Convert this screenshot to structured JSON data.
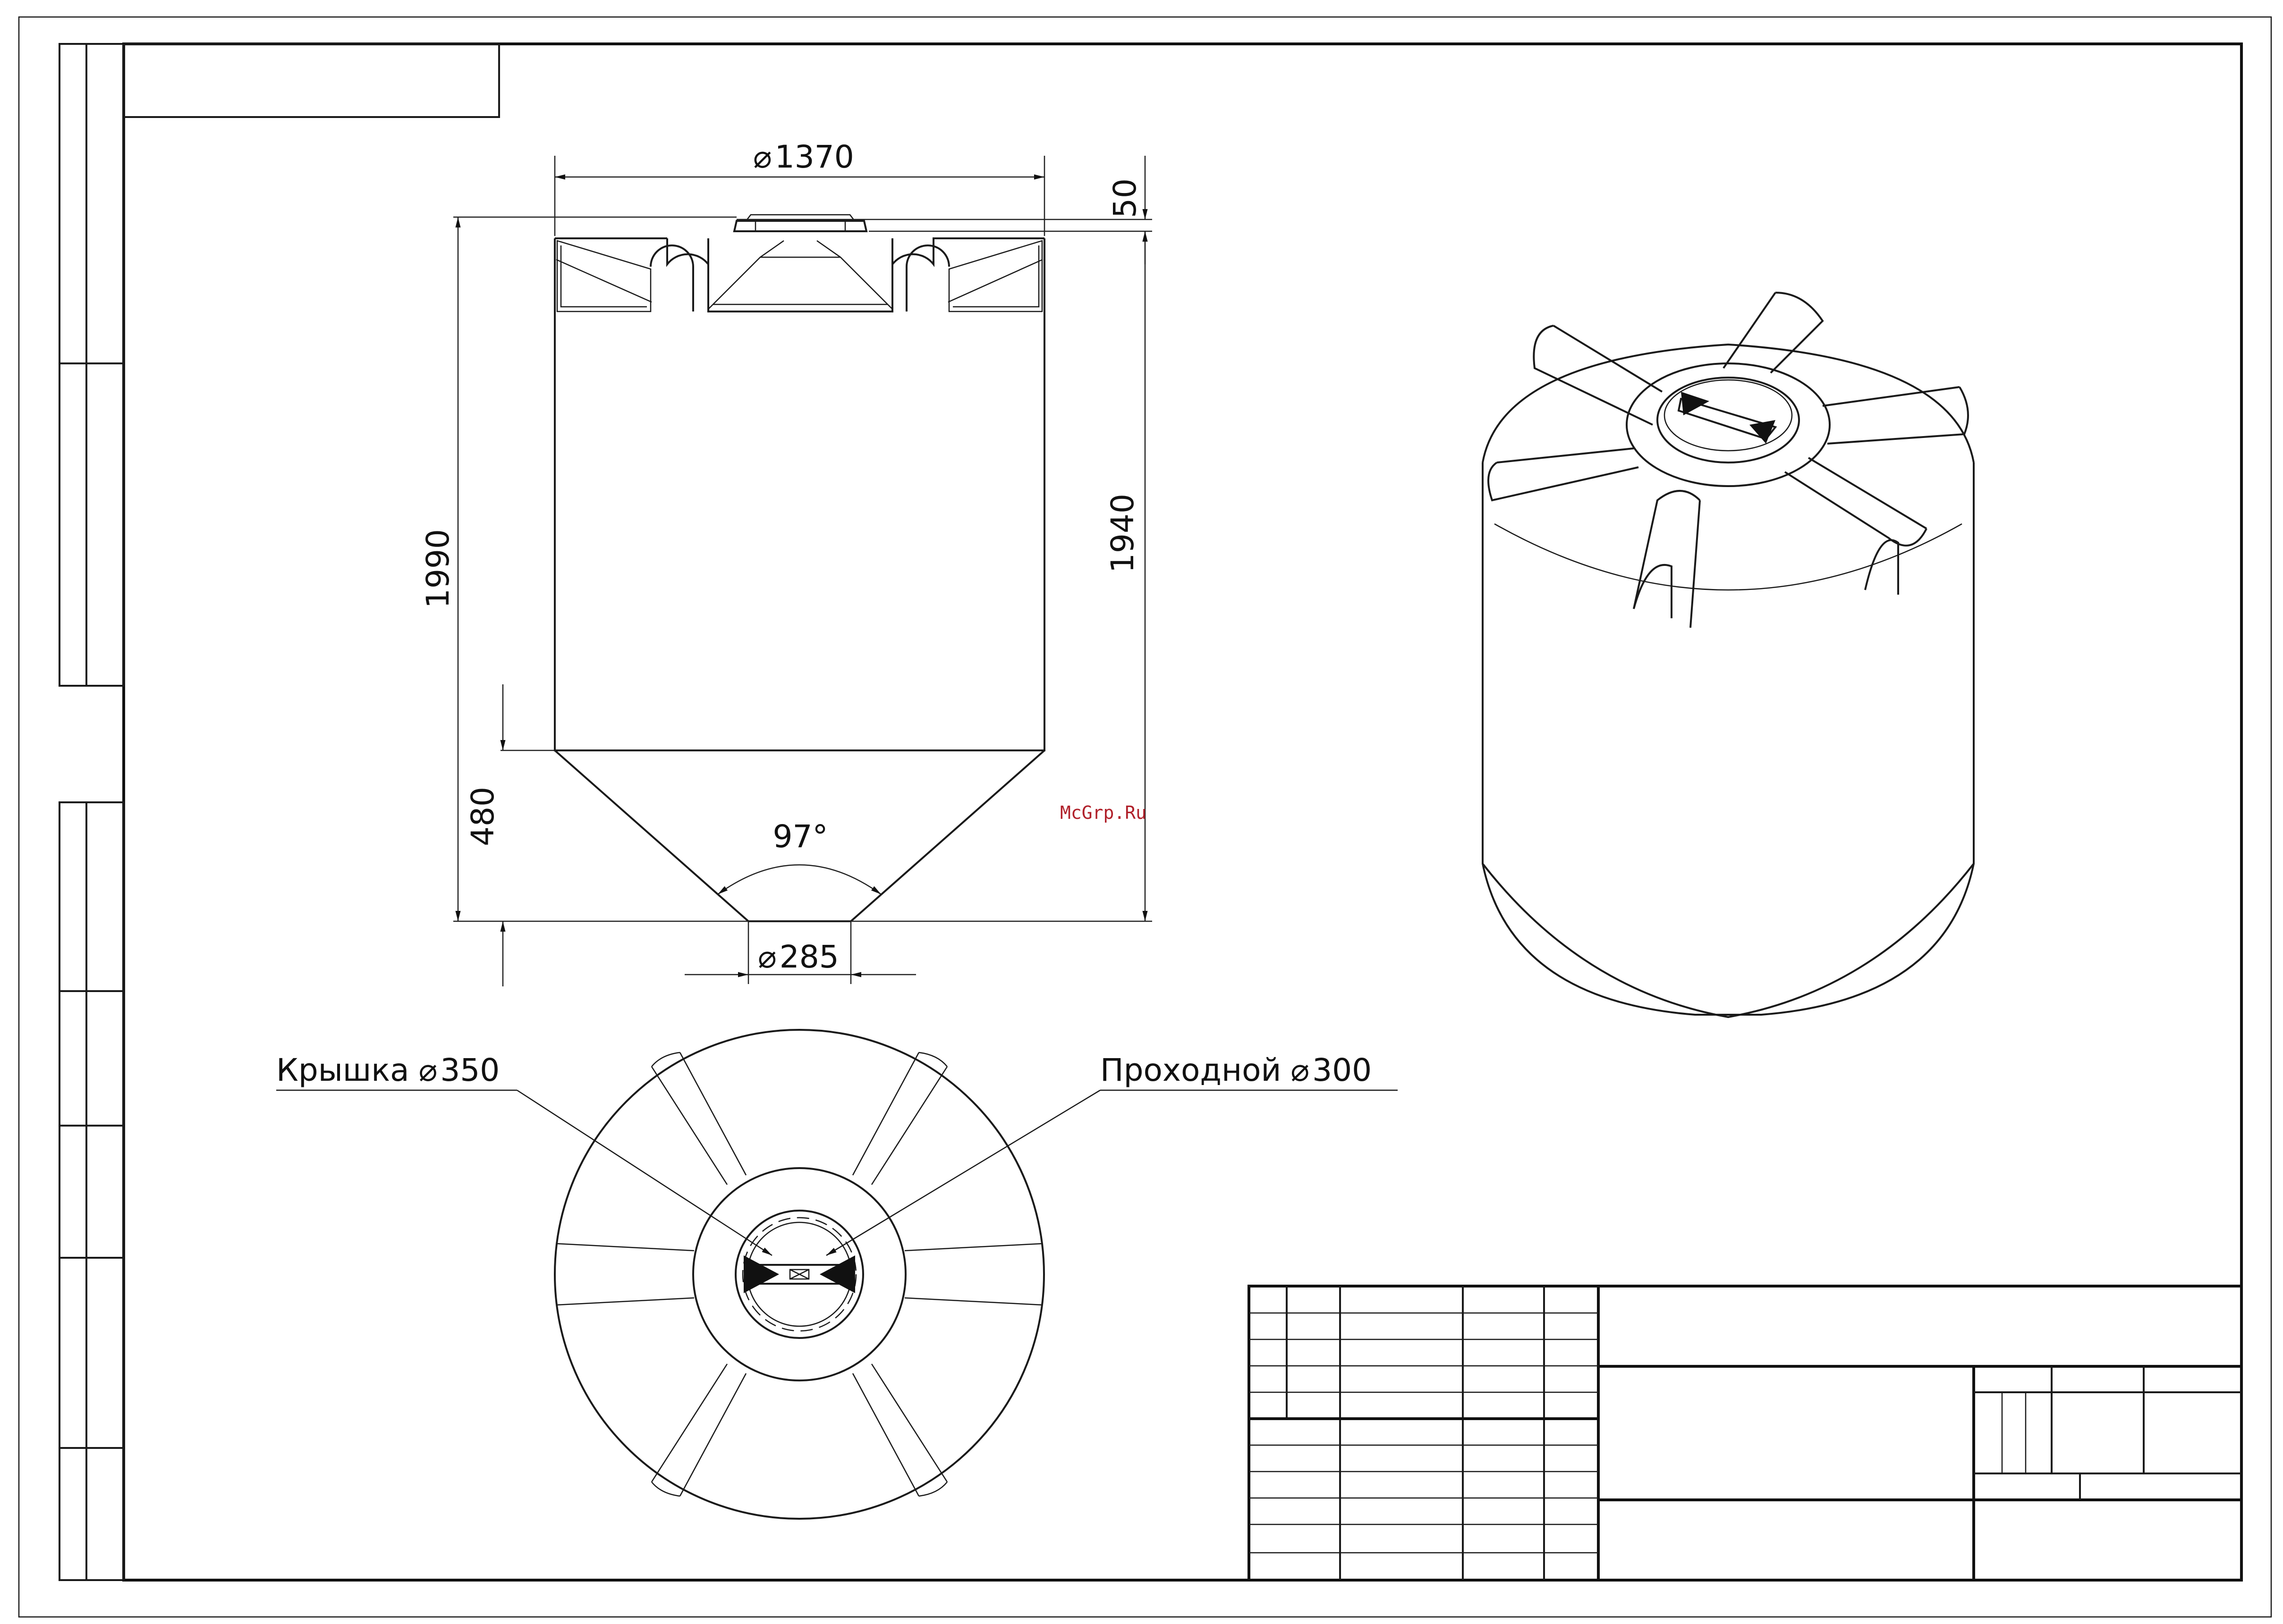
{
  "dimensions": {
    "diameter_top": "1370",
    "height_lid_offset": "50",
    "height_total": "1990",
    "height_body": "1940",
    "height_cone": "480",
    "cone_angle": "97°",
    "diameter_outlet": "285",
    "diameter_symbol": "⌀"
  },
  "callouts": {
    "lid_label": "Крышка",
    "lid_diameter": "350",
    "manhole_label": "Проходной",
    "manhole_diameter": "300"
  },
  "watermark": "McGrp.Ru",
  "views": [
    "front-elevation",
    "top-plan",
    "isometric"
  ]
}
